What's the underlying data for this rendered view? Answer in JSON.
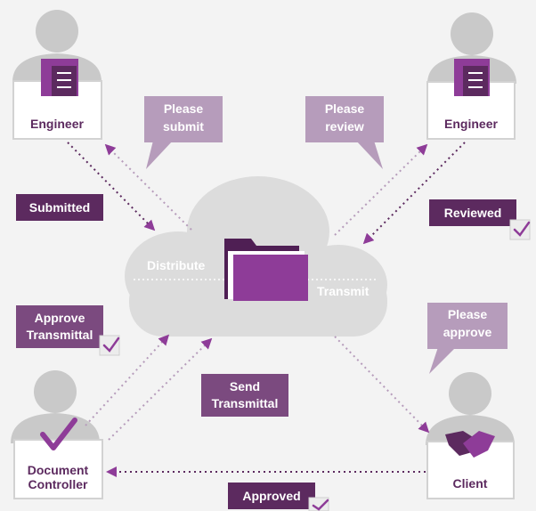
{
  "nodes": {
    "engineer_left": "Engineer",
    "engineer_right": "Engineer",
    "document_controller": [
      "Document",
      "Controller"
    ],
    "client": "Client"
  },
  "speech": {
    "please_submit": [
      "Please",
      "submit"
    ],
    "please_review": [
      "Please",
      "review"
    ],
    "please_approve": [
      "Please",
      "approve"
    ],
    "send_transmittal": [
      "Send",
      "Transmittal"
    ]
  },
  "status": {
    "submitted": "Submitted",
    "reviewed": "Reviewed",
    "approve_transmittal": [
      "Approve",
      "Transmittal"
    ],
    "approved": "Approved"
  },
  "cloud": {
    "distribute": "Distribute",
    "transmit": "Transmit"
  },
  "colors": {
    "background": "#f3f3f3",
    "person": "#c9c9c9",
    "cloud": "#dcdcdc",
    "purple_dark": "#5c2a5f",
    "purple_mid": "#7b4a7f",
    "lilac": "#b69cbb",
    "accent": "#8e3c98"
  },
  "icons": [
    "document-icon",
    "folder-icon",
    "checkmark-icon",
    "handshake-icon",
    "check-badge-icon"
  ]
}
